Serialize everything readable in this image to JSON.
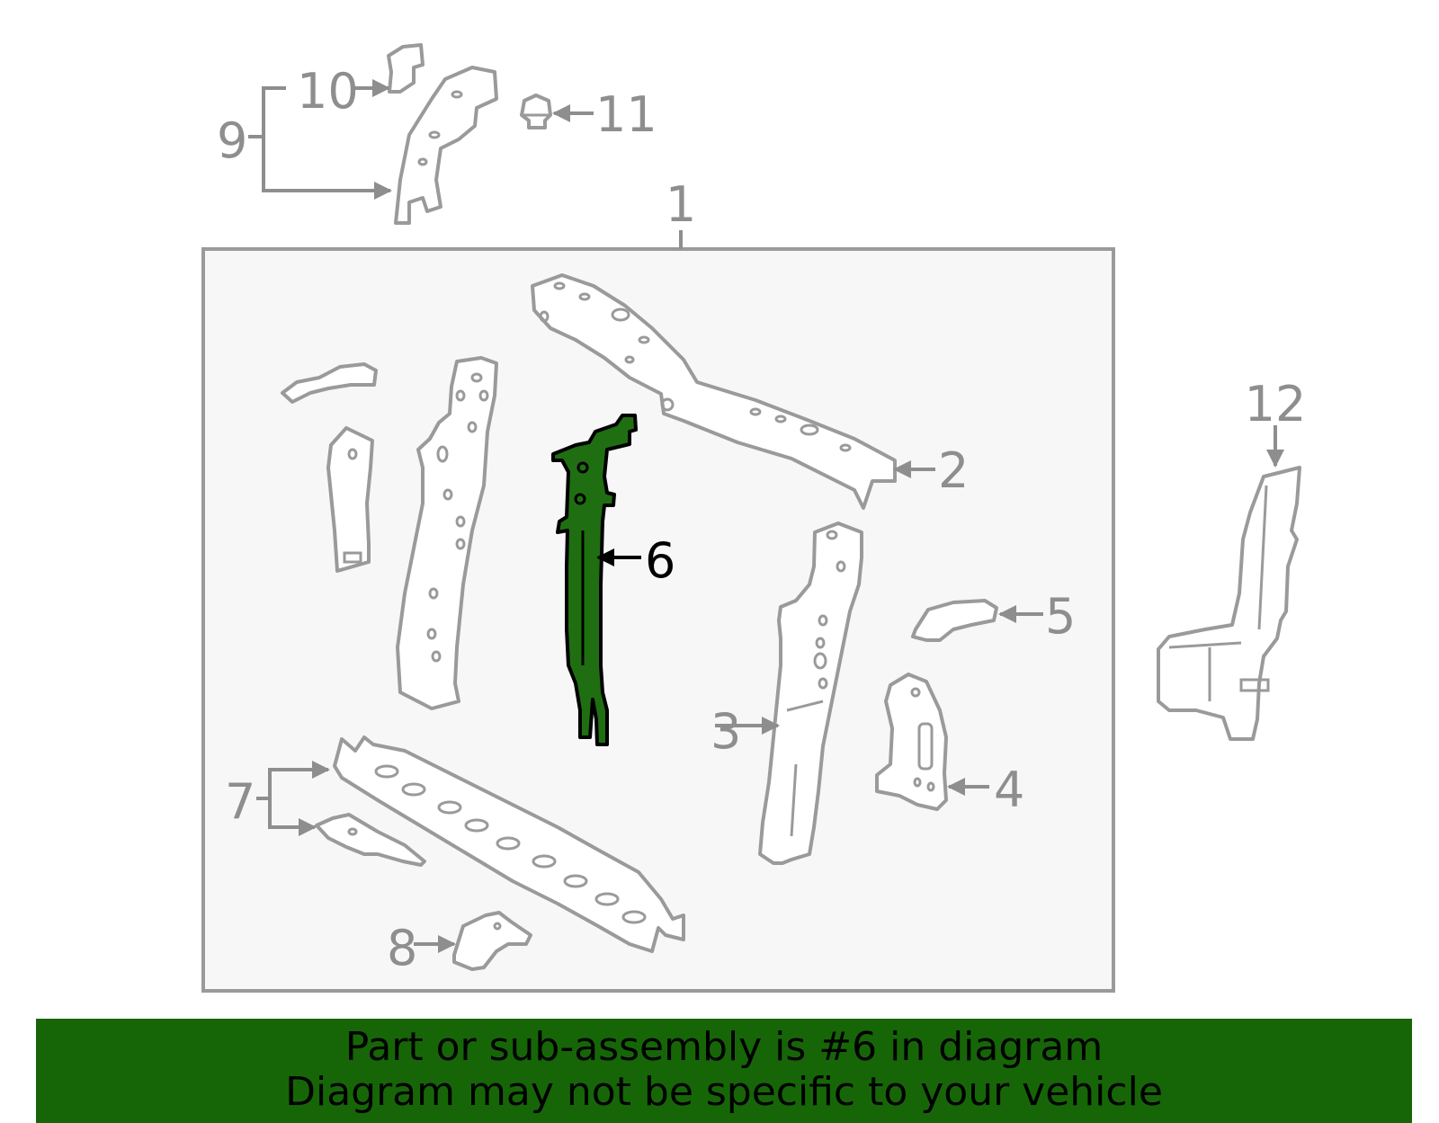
{
  "diagram": {
    "highlight_part": "6",
    "colors": {
      "highlight": "#1f6f12",
      "banner": "#166608",
      "outline": "#9a9a9a",
      "box": "#f7f7f7"
    },
    "callouts": {
      "c1": "1",
      "c2": "2",
      "c3": "3",
      "c4": "4",
      "c5": "5",
      "c6": "6",
      "c7": "7",
      "c8": "8",
      "c9": "9",
      "c10": "10",
      "c11": "11",
      "c12": "12"
    }
  },
  "banner": {
    "line1": "Part or sub-assembly is #6 in diagram",
    "line2": "Diagram may not be specific to your vehicle"
  }
}
